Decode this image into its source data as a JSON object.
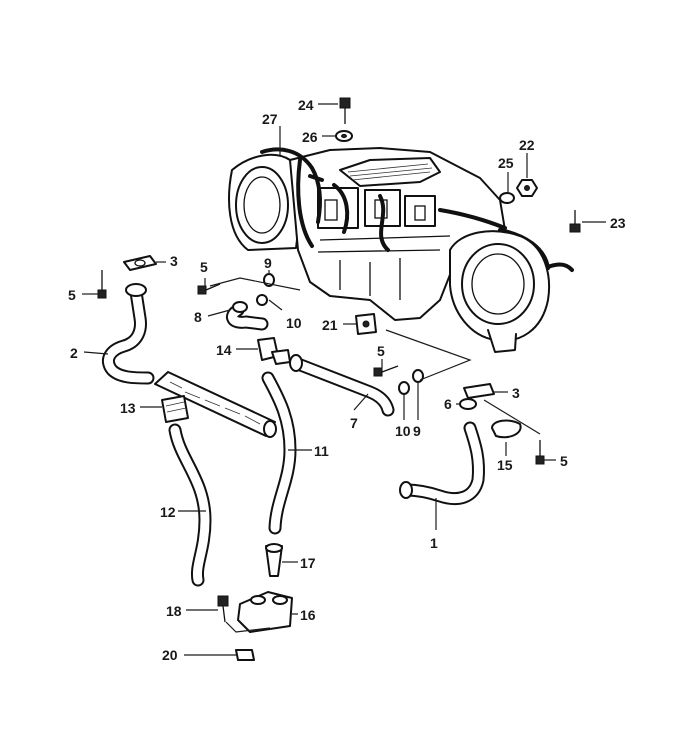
{
  "callouts": [
    {
      "num": "1"
    },
    {
      "num": "2"
    },
    {
      "num": "3"
    },
    {
      "num": "3"
    },
    {
      "num": "5"
    },
    {
      "num": "5"
    },
    {
      "num": "5"
    },
    {
      "num": "5"
    },
    {
      "num": "6"
    },
    {
      "num": "7"
    },
    {
      "num": "8"
    },
    {
      "num": "9"
    },
    {
      "num": "9"
    },
    {
      "num": "10"
    },
    {
      "num": "10"
    },
    {
      "num": "11"
    },
    {
      "num": "12"
    },
    {
      "num": "13"
    },
    {
      "num": "14"
    },
    {
      "num": "15"
    },
    {
      "num": "16"
    },
    {
      "num": "17"
    },
    {
      "num": "18"
    },
    {
      "num": "20"
    },
    {
      "num": "21"
    },
    {
      "num": "22"
    },
    {
      "num": "23"
    },
    {
      "num": "24"
    },
    {
      "num": "25"
    },
    {
      "num": "26"
    },
    {
      "num": "27"
    }
  ]
}
